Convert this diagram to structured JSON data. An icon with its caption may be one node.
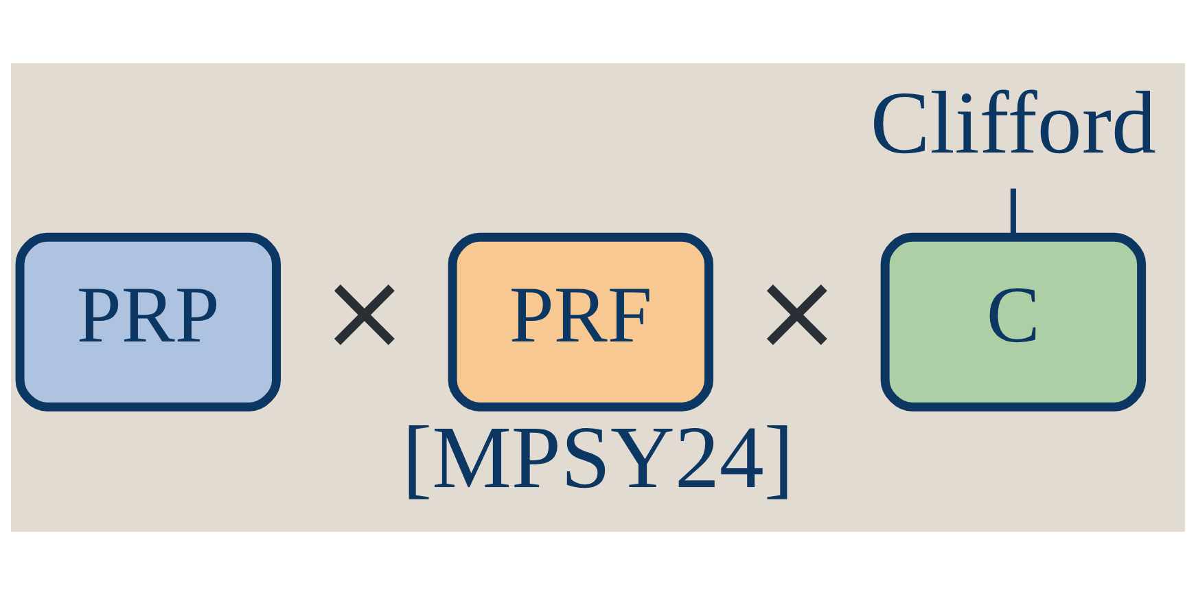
{
  "diagram": {
    "caption": "[MPSY24]",
    "nodes": [
      {
        "text": [
          "PRP"
        ]
      },
      {
        "text": [
          "PRF"
        ]
      },
      {
        "text": [
          "C"
        ]
      },
      {
        "text": [
          "Clifford"
        ]
      }
    ],
    "edges": [
      {
        "from": 3,
        "to": 2,
        "arrow": "none"
      }
    ],
    "labels": [
      "×",
      "×"
    ]
  }
}
